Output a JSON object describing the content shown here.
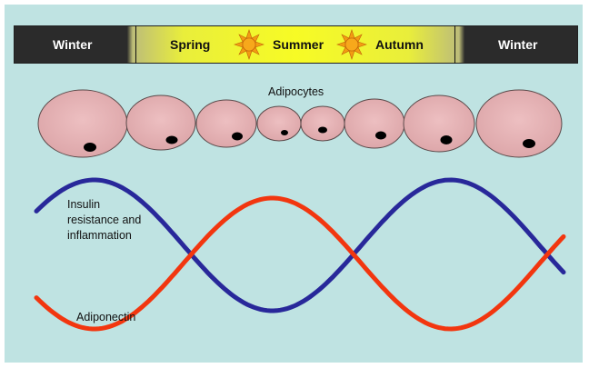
{
  "season_bar": {
    "seasons": [
      "Winter",
      "Spring",
      "Summer",
      "Autumn",
      "Winter"
    ]
  },
  "icons": [
    "moon-icon",
    "sun-icon",
    "sun-icon",
    "moon-icon"
  ],
  "adipocytes": {
    "label": "Adipocytes"
  },
  "curves": {
    "insulin": {
      "label_lines": [
        "Insulin",
        "resistance and",
        "inflammation"
      ],
      "color": "#28289a"
    },
    "adiponectin": {
      "label": "Adiponectin",
      "color": "#f2360f"
    }
  },
  "colors": {
    "background": "#bfe3e2",
    "cell_fill": "#e8b4b6",
    "cell_stroke": "#5a4a4a",
    "nucleus": "#000000"
  }
}
